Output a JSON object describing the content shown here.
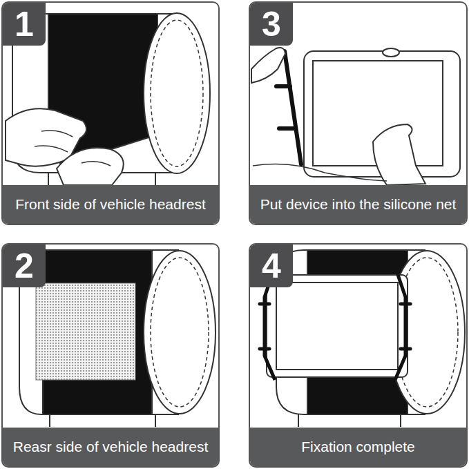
{
  "diagram": {
    "nodes": [
      {
        "text": [
          "1",
          "Front side of vehicle headrest"
        ]
      },
      {
        "text": [
          "3",
          "Put device into the silicone net"
        ]
      },
      {
        "text": [
          "2",
          "Reasr side of vehicle headrest"
        ]
      },
      {
        "text": [
          "4",
          "Fixation complete"
        ]
      }
    ]
  }
}
